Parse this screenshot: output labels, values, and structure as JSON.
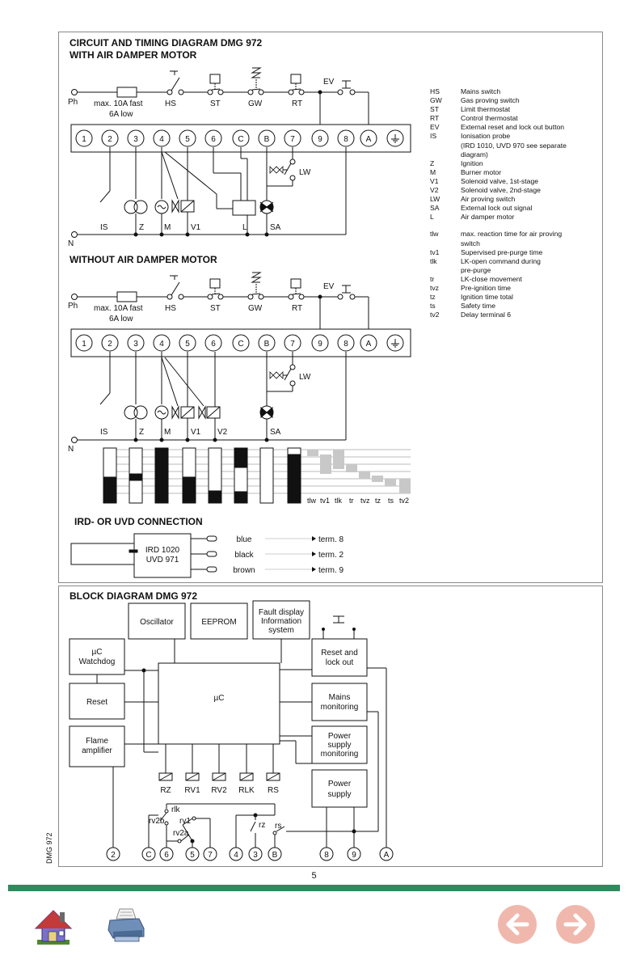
{
  "page_number": "5",
  "circuit": {
    "title_line1": "CIRCUIT AND TIMING DIAGRAM DMG 972",
    "title_line2": "WITH AIR DAMPER MOTOR",
    "title_without": "WITHOUT AIR DAMPER MOTOR",
    "ph": "Ph",
    "n": "N",
    "fuse1": "max. 10A fast",
    "fuse2": "6A low",
    "hs": "HS",
    "st": "ST",
    "gw": "GW",
    "rt": "RT",
    "ev": "EV",
    "terminals": [
      "1",
      "2",
      "3",
      "4",
      "5",
      "6",
      "C",
      "B",
      "7",
      "9",
      "8",
      "A"
    ],
    "lw": "LW",
    "bottom1": [
      "IS",
      "Z",
      "M",
      "V1",
      "L",
      "SA"
    ],
    "bottom2": [
      "IS",
      "Z",
      "M",
      "V1",
      "V2",
      "SA"
    ],
    "timing_labels": [
      "tlw",
      "tv1",
      "tlk",
      "tr",
      "tvz",
      "tz",
      "ts",
      "tv2"
    ]
  },
  "legend": {
    "items": [
      {
        "code": "HS",
        "desc": "Mains switch"
      },
      {
        "code": "GW",
        "desc": "Gas proving switch"
      },
      {
        "code": "ST",
        "desc": "Limit thermostat"
      },
      {
        "code": "RT",
        "desc": "Control thermostat"
      },
      {
        "code": "EV",
        "desc": "External reset and lock out button"
      },
      {
        "code": "IS",
        "desc": "Ionisation probe"
      },
      {
        "code": "",
        "desc": "(IRD 1010, UVD 970 see separate"
      },
      {
        "code": "",
        "desc": "diagram)"
      },
      {
        "code": "Z",
        "desc": "Ignition"
      },
      {
        "code": "M",
        "desc": "Burner motor"
      },
      {
        "code": "V1",
        "desc": "Solenoid valve, 1st-stage"
      },
      {
        "code": "V2",
        "desc": "Solenoid valve, 2nd-stage"
      },
      {
        "code": "LW",
        "desc": "Air proving switch"
      },
      {
        "code": "SA",
        "desc": "External lock out signal"
      },
      {
        "code": "L",
        "desc": "Air damper motor"
      }
    ],
    "times": [
      {
        "code": "tlw",
        "desc": "max. reaction time for air proving"
      },
      {
        "code": "",
        "desc": "switch"
      },
      {
        "code": "tv1",
        "desc": "Supervised pre-purge time"
      },
      {
        "code": "tlk",
        "desc": "LK-open command during"
      },
      {
        "code": "",
        "desc": "pre-purge"
      },
      {
        "code": "tr",
        "desc": "LK-close movement"
      },
      {
        "code": "tvz",
        "desc": "Pre-ignition time"
      },
      {
        "code": "tz",
        "desc": "Ignition time total"
      },
      {
        "code": "ts",
        "desc": "Safety time"
      },
      {
        "code": "tv2",
        "desc": "Delay terminal 6"
      }
    ]
  },
  "ird": {
    "title": "IRD- OR UVD CONNECTION",
    "device1": "IRD 1020",
    "device2": "UVD 971",
    "wires": [
      {
        "color": "blue",
        "term": "term. 8"
      },
      {
        "color": "black",
        "term": "term. 2"
      },
      {
        "color": "brown",
        "term": "term. 9"
      }
    ]
  },
  "block": {
    "title": "BLOCK DIAGRAM DMG 972",
    "oscillator": "Oscillator",
    "eeprom": "EEPROM",
    "fault1": "Fault display",
    "fault2": "Information",
    "fault3": "system",
    "watchdog1": "µC",
    "watchdog2": "Watchdog",
    "reset": "Reset",
    "flame1": "Flame",
    "flame2": "amplifier",
    "uc": "µC",
    "resetlock1": "Reset and",
    "resetlock2": "lock out",
    "mains1": "Mains",
    "mains2": "monitoring",
    "psm1": "Power",
    "psm2": "supply",
    "psm3": "monitoring",
    "ps1": "Power",
    "ps2": "supply",
    "relays": [
      "RZ",
      "RV1",
      "RV2",
      "RLK",
      "RS"
    ],
    "contacts": [
      "rlk",
      "rv2b",
      "rv1",
      "rv2a",
      "rz",
      "rs"
    ],
    "terminals": [
      "2",
      "C",
      "6",
      "5",
      "7",
      "4",
      "3",
      "B",
      "8",
      "9",
      "A"
    ],
    "side_label": "DMG 972"
  },
  "nav": {
    "home": "home-icon",
    "print": "printer-icon",
    "back": "arrow-left-icon",
    "forward": "arrow-right-icon",
    "nav_color": "#f0b8ad",
    "bar_color": "#2f8a5e"
  }
}
